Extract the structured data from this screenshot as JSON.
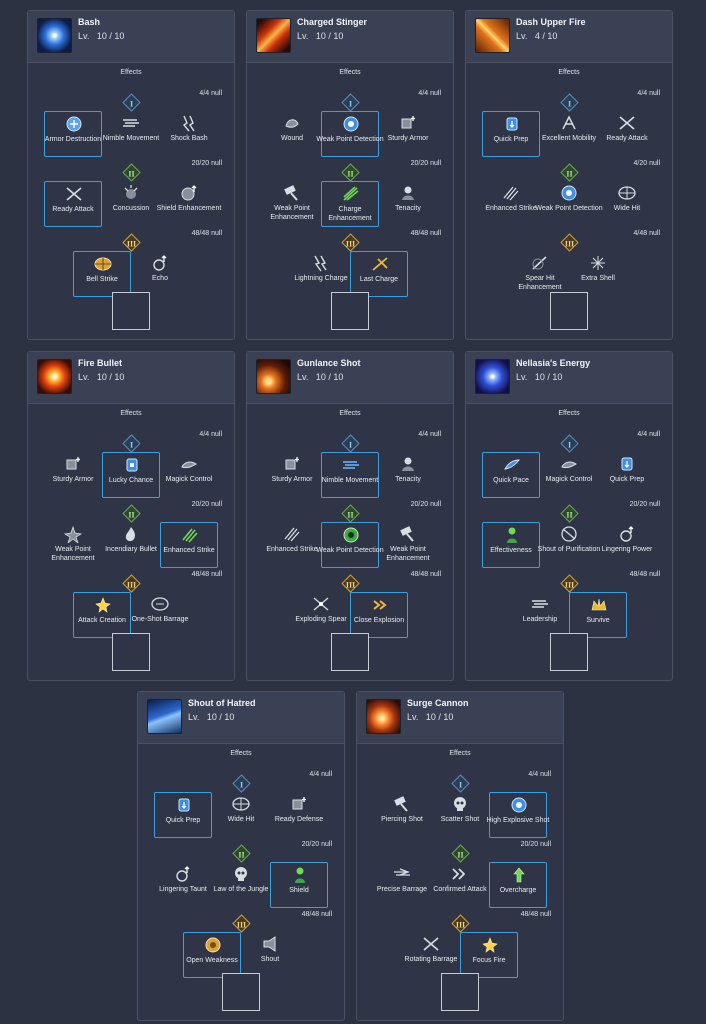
{
  "lv_prefix": "Lv.",
  "effects_title": "Effects",
  "tier_numerals": [
    "I",
    "II",
    "III"
  ],
  "cards": [
    {
      "name": "Bash",
      "level": "10 / 10",
      "icon": "blue-burst-icon",
      "counts": [
        "4/4 null",
        "20/20 null",
        "48/48 null"
      ],
      "tiers": [
        [
          {
            "label": "Armor Destruction",
            "icon": "armor-break-icon",
            "selected": true
          },
          {
            "label": "Nimble Movement",
            "icon": "wind-lines-icon",
            "selected": false
          },
          {
            "label": "Shock Bash",
            "icon": "shock-icon",
            "selected": false
          }
        ],
        [
          {
            "label": "Ready Attack",
            "icon": "crossed-swords-icon",
            "selected": true
          },
          {
            "label": "Concussion",
            "icon": "concussion-icon",
            "selected": false
          },
          {
            "label": "Shield Enhancement",
            "icon": "shield-up-icon",
            "selected": false
          }
        ],
        [
          {
            "label": "Bell Strike",
            "icon": "bell-ring-icon",
            "selected": true
          },
          {
            "label": "Echo",
            "icon": "echo-icon",
            "selected": false
          }
        ]
      ]
    },
    {
      "name": "Charged Stinger",
      "level": "10 / 10",
      "icon": "fire-streak-icon",
      "counts": [
        "4/4 null",
        "20/20 null",
        "48/48 null"
      ],
      "tiers": [
        [
          {
            "label": "Wound",
            "icon": "wound-icon",
            "selected": false
          },
          {
            "label": "Weak Point Detection",
            "icon": "weak-point-icon",
            "selected": true
          },
          {
            "label": "Sturdy Armor",
            "icon": "armor-plus-icon",
            "selected": false
          }
        ],
        [
          {
            "label": "Weak Point Enhancement",
            "icon": "hammer-icon",
            "selected": false
          },
          {
            "label": "Charge Enhancement",
            "icon": "green-slash-icon",
            "selected": true
          },
          {
            "label": "Tenacity",
            "icon": "tenacity-icon",
            "selected": false
          }
        ],
        [
          {
            "label": "Lightning Charge",
            "icon": "lightning-icon",
            "selected": false
          },
          {
            "label": "Last Charge",
            "icon": "last-charge-icon",
            "selected": true
          }
        ]
      ]
    },
    {
      "name": "Dash Upper Fire",
      "level": "4 / 10",
      "icon": "orange-spear-icon",
      "counts": [
        "4/4 null",
        "4/20 null",
        "4/48 null"
      ],
      "tiers": [
        [
          {
            "label": "Quick Prep",
            "icon": "quick-prep-icon",
            "selected": true
          },
          {
            "label": "Excellent Mobility",
            "icon": "mobility-icon",
            "selected": false
          },
          {
            "label": "Ready Attack",
            "icon": "crossed-swords-icon",
            "selected": false
          }
        ],
        [
          {
            "label": "Enhanced Strike",
            "icon": "claw-strike-icon",
            "selected": false
          },
          {
            "label": "Weak Point Detection",
            "icon": "weak-point-icon",
            "selected": false
          },
          {
            "label": "Wide Hit",
            "icon": "wide-hit-icon",
            "selected": false
          }
        ],
        [
          {
            "label": "Spear Hit Enhancement",
            "icon": "spear-icon",
            "selected": false
          },
          {
            "label": "Extra Shell",
            "icon": "spark-icon",
            "selected": false
          }
        ]
      ]
    },
    {
      "name": "Fire Bullet",
      "level": "10 / 10",
      "icon": "fire-explosion-icon",
      "counts": [
        "4/4 null",
        "20/20 null",
        "48/48 null"
      ],
      "tiers": [
        [
          {
            "label": "Sturdy Armor",
            "icon": "armor-plus-icon",
            "selected": false
          },
          {
            "label": "Lucky Chance",
            "icon": "lucky-chance-icon",
            "selected": true
          },
          {
            "label": "Magick Control",
            "icon": "magick-icon",
            "selected": false
          }
        ],
        [
          {
            "label": "Weak Point Enhancement",
            "icon": "weak-point-burst-icon",
            "selected": false
          },
          {
            "label": "Incendiary Bullet",
            "icon": "flame-icon",
            "selected": false
          },
          {
            "label": "Enhanced Strike",
            "icon": "green-claw-icon",
            "selected": true
          }
        ],
        [
          {
            "label": "Attack Creation",
            "icon": "attack-creation-icon",
            "selected": true
          },
          {
            "label": "One-Shot Barrage",
            "icon": "barrage-icon",
            "selected": false
          }
        ]
      ]
    },
    {
      "name": "Gunlance Shot",
      "level": "10 / 10",
      "icon": "shell-shot-icon",
      "counts": [
        "4/4 null",
        "20/20 null",
        "48/48 null"
      ],
      "tiers": [
        [
          {
            "label": "Sturdy Armor",
            "icon": "armor-plus-icon",
            "selected": false
          },
          {
            "label": "Nimble Movement",
            "icon": "blue-wind-icon",
            "selected": true
          },
          {
            "label": "Tenacity",
            "icon": "tenacity-icon",
            "selected": false
          }
        ],
        [
          {
            "label": "Enhanced Strike",
            "icon": "claw-strike-icon",
            "selected": false
          },
          {
            "label": "Weak Point Detection",
            "icon": "green-weak-point-icon",
            "selected": true
          },
          {
            "label": "Weak Point Enhancement",
            "icon": "hammer-icon",
            "selected": false
          }
        ],
        [
          {
            "label": "Exploding Spear",
            "icon": "exploding-spear-icon",
            "selected": false
          },
          {
            "label": "Close Explosion",
            "icon": "close-explosion-icon",
            "selected": true
          }
        ]
      ]
    },
    {
      "name": "Nellasia's Energy",
      "level": "10 / 10",
      "icon": "blue-vortex-icon",
      "counts": [
        "4/4 null",
        "20/20 null",
        "48/48 null"
      ],
      "tiers": [
        [
          {
            "label": "Quick Pace",
            "icon": "quick-pace-icon",
            "selected": true
          },
          {
            "label": "Magick Control",
            "icon": "magick-icon",
            "selected": false
          },
          {
            "label": "Quick Prep",
            "icon": "quick-prep-icon",
            "selected": false
          }
        ],
        [
          {
            "label": "Effectiveness",
            "icon": "person-green-icon",
            "selected": true
          },
          {
            "label": "Shout of Purification",
            "icon": "purification-icon",
            "selected": false
          },
          {
            "label": "Lingering Power",
            "icon": "lingering-icon",
            "selected": false
          }
        ],
        [
          {
            "label": "Leadership",
            "icon": "wind-lines-icon",
            "selected": false
          },
          {
            "label": "Survive",
            "icon": "crown-icon",
            "selected": true
          }
        ]
      ]
    },
    {
      "name": "Shout of Hatred",
      "level": "10 / 10",
      "icon": "blue-crowd-icon",
      "counts": [
        "4/4 null",
        "20/20 null",
        "48/48 null"
      ],
      "tiers": [
        [
          {
            "label": "Quick Prep",
            "icon": "quick-prep-icon",
            "selected": true
          },
          {
            "label": "Wide Hit",
            "icon": "wide-hit-icon",
            "selected": false
          },
          {
            "label": "Ready Defense",
            "icon": "armor-plus-icon",
            "selected": false
          }
        ],
        [
          {
            "label": "Lingering Taunt",
            "icon": "lingering-icon",
            "selected": false
          },
          {
            "label": "Law of the Jungle",
            "icon": "skull-icon",
            "selected": false
          },
          {
            "label": "Shield",
            "icon": "person-green-icon",
            "selected": true
          }
        ],
        [
          {
            "label": "Open Weakness",
            "icon": "open-weakness-icon",
            "selected": true
          },
          {
            "label": "Shout",
            "icon": "shout-icon",
            "selected": false
          }
        ]
      ]
    },
    {
      "name": "Surge Cannon",
      "level": "10 / 10",
      "icon": "orange-cannon-icon",
      "counts": [
        "4/4 null",
        "20/20 null",
        "48/48 null"
      ],
      "tiers": [
        [
          {
            "label": "Piercing Shot",
            "icon": "hammer-icon",
            "selected": false
          },
          {
            "label": "Scatter Shot",
            "icon": "skull-icon",
            "selected": false
          },
          {
            "label": "High Explosive Shot",
            "icon": "weak-point-icon",
            "selected": true
          }
        ],
        [
          {
            "label": "Precise Barrage",
            "icon": "precise-icon",
            "selected": false
          },
          {
            "label": "Confirmed Attack",
            "icon": "chevrons-icon",
            "selected": false
          },
          {
            "label": "Overcharge",
            "icon": "green-arrows-icon",
            "selected": true
          }
        ],
        [
          {
            "label": "Rotating Barrage",
            "icon": "crossed-swords-icon",
            "selected": false
          },
          {
            "label": "Focus Fire",
            "icon": "focus-fire-icon",
            "selected": true
          }
        ]
      ]
    }
  ]
}
